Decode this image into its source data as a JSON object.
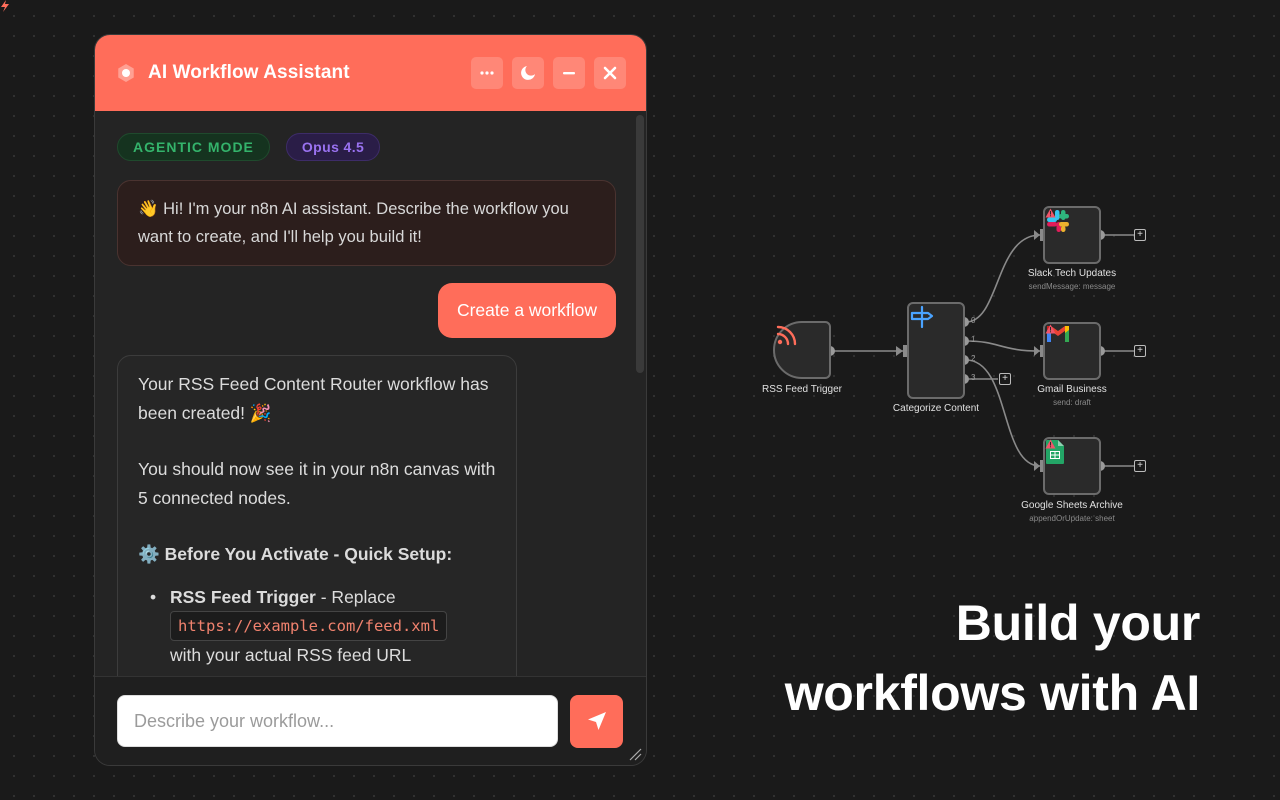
{
  "assistant": {
    "title": "AI Workflow Assistant",
    "header_buttons": [
      {
        "name": "more-button",
        "icon": "ellipsis-icon",
        "glyph": "···"
      },
      {
        "name": "theme-button",
        "icon": "moon-icon"
      },
      {
        "name": "minimize-button",
        "icon": "minimize-icon"
      },
      {
        "name": "close-button",
        "icon": "close-icon"
      }
    ],
    "badges": {
      "mode": "AGENTIC MODE",
      "model": "Opus 4.5"
    },
    "messages": {
      "greeting": "👋 Hi! I'm your n8n AI assistant. Describe the workflow you want to create, and I'll help you build it!",
      "user": "Create a workflow",
      "reply": {
        "p1": "Your RSS Feed Content Router workflow has been created! 🎉",
        "p2": "You should now see it in your n8n canvas with 5 connected nodes.",
        "setup_heading": "⚙️ Before You Activate - Quick Setup:",
        "items": [
          {
            "title": "RSS Feed Trigger",
            "sep": " - Replace ",
            "code": "https://example.com/feed.xml",
            "rest": " with your actual RSS feed URL"
          }
        ]
      }
    },
    "input": {
      "placeholder": "Describe your workflow...",
      "value": ""
    },
    "send_button": {
      "icon": "send-icon"
    }
  },
  "canvas": {
    "nodes": [
      {
        "id": "rss",
        "label": "RSS Feed Trigger",
        "sub": "",
        "icon": "rss-icon"
      },
      {
        "id": "switch",
        "label": "Categorize Content",
        "sub": "",
        "icon": "signpost-icon",
        "outputs": [
          "0",
          "1",
          "2",
          "3"
        ]
      },
      {
        "id": "slack",
        "label": "Slack Tech Updates",
        "sub": "sendMessage: message",
        "icon": "slack-icon",
        "warning": true
      },
      {
        "id": "gmail",
        "label": "Gmail Business",
        "sub": "send: draft",
        "icon": "gmail-icon",
        "warning": true
      },
      {
        "id": "sheets",
        "label": "Google Sheets Archive",
        "sub": "appendOrUpdate: sheet",
        "icon": "google-sheets-icon",
        "warning": true
      }
    ],
    "plus_glyph": "+"
  },
  "headline": {
    "line1": "Build your",
    "line2": "workflows with AI"
  },
  "colors": {
    "accent": "#ff6d5a",
    "background": "#1a1a1a",
    "panel": "#242424",
    "agentic_green": "#34b36b",
    "model_purple": "#9a72f0",
    "code_text": "#f0826e"
  }
}
